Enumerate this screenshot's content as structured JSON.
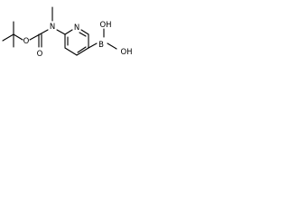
{
  "molecule": {
    "atoms": {
      "nitrogen_carbamate": "N",
      "nitrogen_ring": "N",
      "oxygen_carbonyl": "O",
      "oxygen_ester": "O",
      "boron": "B",
      "hydroxyl_top": "OH",
      "hydroxyl_bottom": "OH"
    }
  },
  "colors": {
    "bond": "#000000",
    "text": "#000000",
    "background": "#ffffff"
  }
}
